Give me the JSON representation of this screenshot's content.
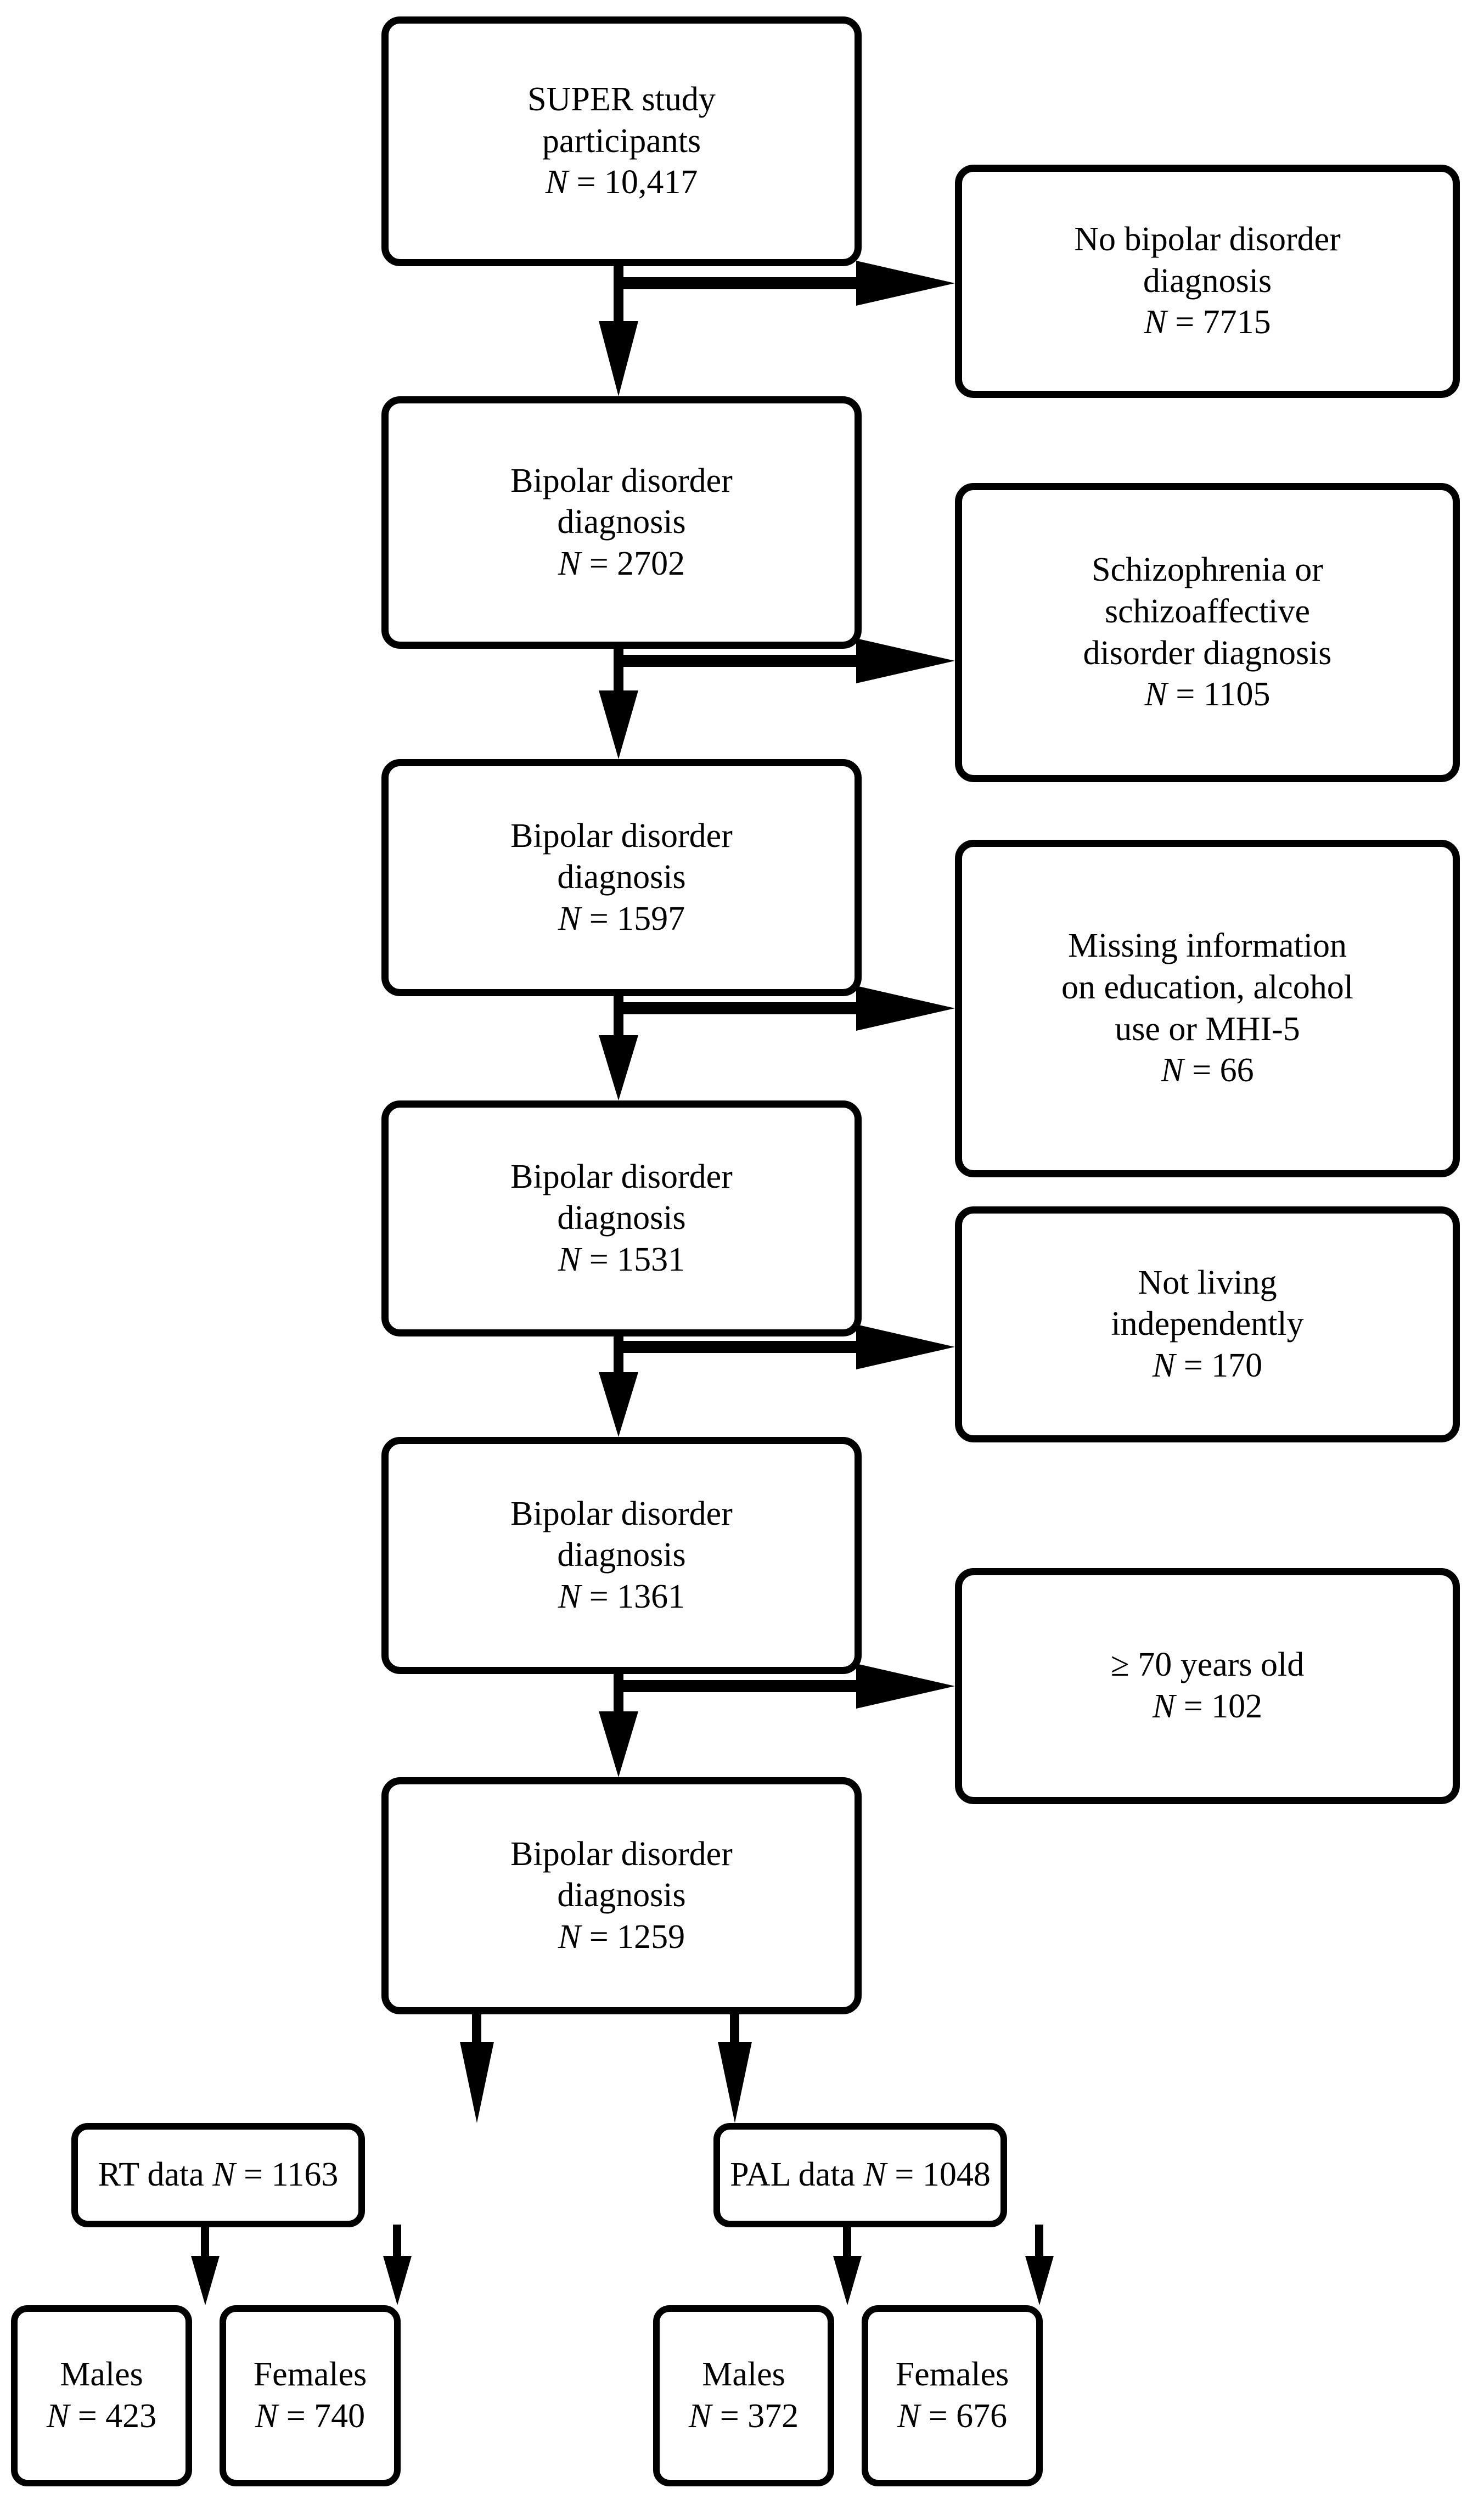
{
  "figure": {
    "type": "participant-flow-diagram",
    "title": "SUPER study bipolar disorder participant flow",
    "colors": {
      "background": "#ffffff",
      "stroke": "#000000",
      "text": "#000000"
    }
  },
  "main_chain": [
    {
      "id": "super-participants",
      "label": "SUPER study\nparticipants",
      "n_prefix": "N",
      "n_equals": " = ",
      "n_value": "10,417"
    },
    {
      "id": "bipolar-2702",
      "label": "Bipolar disorder\ndiagnosis",
      "n_prefix": "N",
      "n_equals": " = ",
      "n_value": "2702"
    },
    {
      "id": "bipolar-1597",
      "label": "Bipolar disorder\ndiagnosis",
      "n_prefix": "N",
      "n_equals": " = ",
      "n_value": "1597"
    },
    {
      "id": "bipolar-1531",
      "label": "Bipolar disorder\ndiagnosis",
      "n_prefix": "N",
      "n_equals": " = ",
      "n_value": "1531"
    },
    {
      "id": "bipolar-1361",
      "label": "Bipolar disorder\ndiagnosis",
      "n_prefix": "N",
      "n_equals": " = ",
      "n_value": "1361"
    },
    {
      "id": "bipolar-1259",
      "label": "Bipolar disorder\ndiagnosis",
      "n_prefix": "N",
      "n_equals": " = ",
      "n_value": "1259"
    }
  ],
  "exclusions": [
    {
      "id": "no-bipolar",
      "label": "No bipolar disorder\ndiagnosis",
      "n_prefix": "N",
      "n_equals": " = ",
      "n_value": "7715"
    },
    {
      "id": "schizophrenia",
      "label": "Schizophrenia or\nschizoaffective\ndisorder diagnosis",
      "n_prefix": "N",
      "n_equals": " = ",
      "n_value": "1105"
    },
    {
      "id": "missing-info",
      "label": "Missing information\non education, alcohol\nuse or MHI-5",
      "n_prefix": "N",
      "n_equals": " = ",
      "n_value": "66"
    },
    {
      "id": "not-independent",
      "label": "Not living\nindependently",
      "n_prefix": "N",
      "n_equals": " = ",
      "n_value": "170"
    },
    {
      "id": "age-70",
      "label": "≥ 70 years old",
      "n_prefix": "N",
      "n_equals": " = ",
      "n_value": "102"
    }
  ],
  "datasets": [
    {
      "id": "rt-data",
      "label": "RT data ",
      "n_prefix": "N",
      "n_equals": " = ",
      "n_value": "1163"
    },
    {
      "id": "pal-data",
      "label": "PAL data ",
      "n_prefix": "N",
      "n_equals": " = ",
      "n_value": "1048"
    }
  ],
  "sex_groups": [
    {
      "id": "rt-males",
      "label": "Males",
      "n_prefix": "N",
      "n_equals": " = ",
      "n_value": "423"
    },
    {
      "id": "rt-females",
      "label": "Females",
      "n_prefix": "N",
      "n_equals": " = ",
      "n_value": "740"
    },
    {
      "id": "pal-males",
      "label": "Males",
      "n_prefix": "N",
      "n_equals": " = ",
      "n_value": "372"
    },
    {
      "id": "pal-females",
      "label": "Females",
      "n_prefix": "N",
      "n_equals": " = ",
      "n_value": "676"
    }
  ]
}
